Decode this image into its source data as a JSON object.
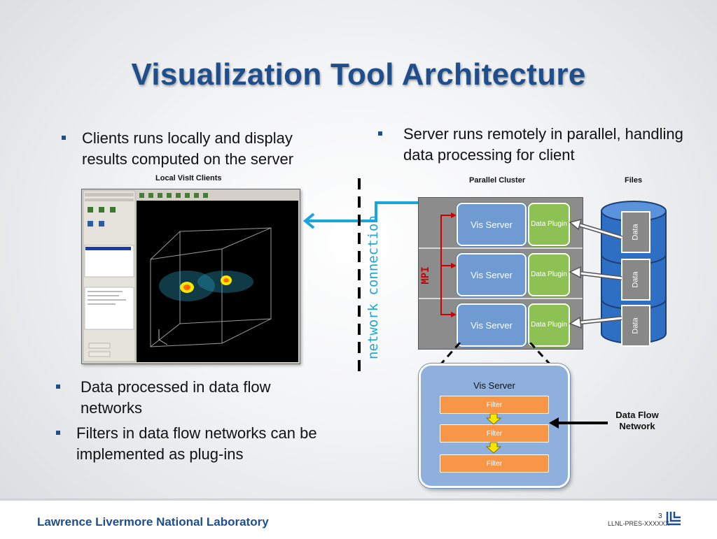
{
  "slide": {
    "title": "Visualization Tool Architecture",
    "bullets_left_top": [
      "Clients runs locally and display results computed on the server"
    ],
    "bullets_right_top": [
      "Server runs remotely in parallel, handling data processing for client"
    ],
    "bullets_left_bottom": [
      "Data processed in data flow networks",
      "Filters in data flow networks can be implemented as plug-ins"
    ]
  },
  "captions": {
    "clients": "Local VisIt Clients",
    "cluster": "Parallel Cluster",
    "files": "Files",
    "network": "network connection",
    "mpi": "MPI",
    "dataflow": "Data Flow Network"
  },
  "cluster": {
    "servers": [
      {
        "server": "Vis Server",
        "plugin": "Data Plugin"
      },
      {
        "server": "Vis Server",
        "plugin": "Data Plugin"
      },
      {
        "server": "Vis Server",
        "plugin": "Data Plugin"
      }
    ],
    "files": [
      "Data",
      "Data",
      "Data"
    ]
  },
  "detail": {
    "title": "Vis Server",
    "filters": [
      "Filter",
      "Filter",
      "Filter"
    ]
  },
  "footer": {
    "lab": "Lawrence Livermore National Laboratory",
    "page": "3",
    "code": "LLNL-PRES-XXXXXX"
  },
  "colors": {
    "title": "#1f4e8c",
    "vis_server": "#6f9ad2",
    "data_plugin": "#8dc153",
    "filter": "#f79646",
    "disk": "#2e6fc4",
    "network_line": "#1aa6d8",
    "mpi": "#cc0000"
  },
  "icons": [
    "bullet-square-icon",
    "visit-client-screenshot",
    "disk-stack-icon",
    "llnl-logo-icon"
  ]
}
